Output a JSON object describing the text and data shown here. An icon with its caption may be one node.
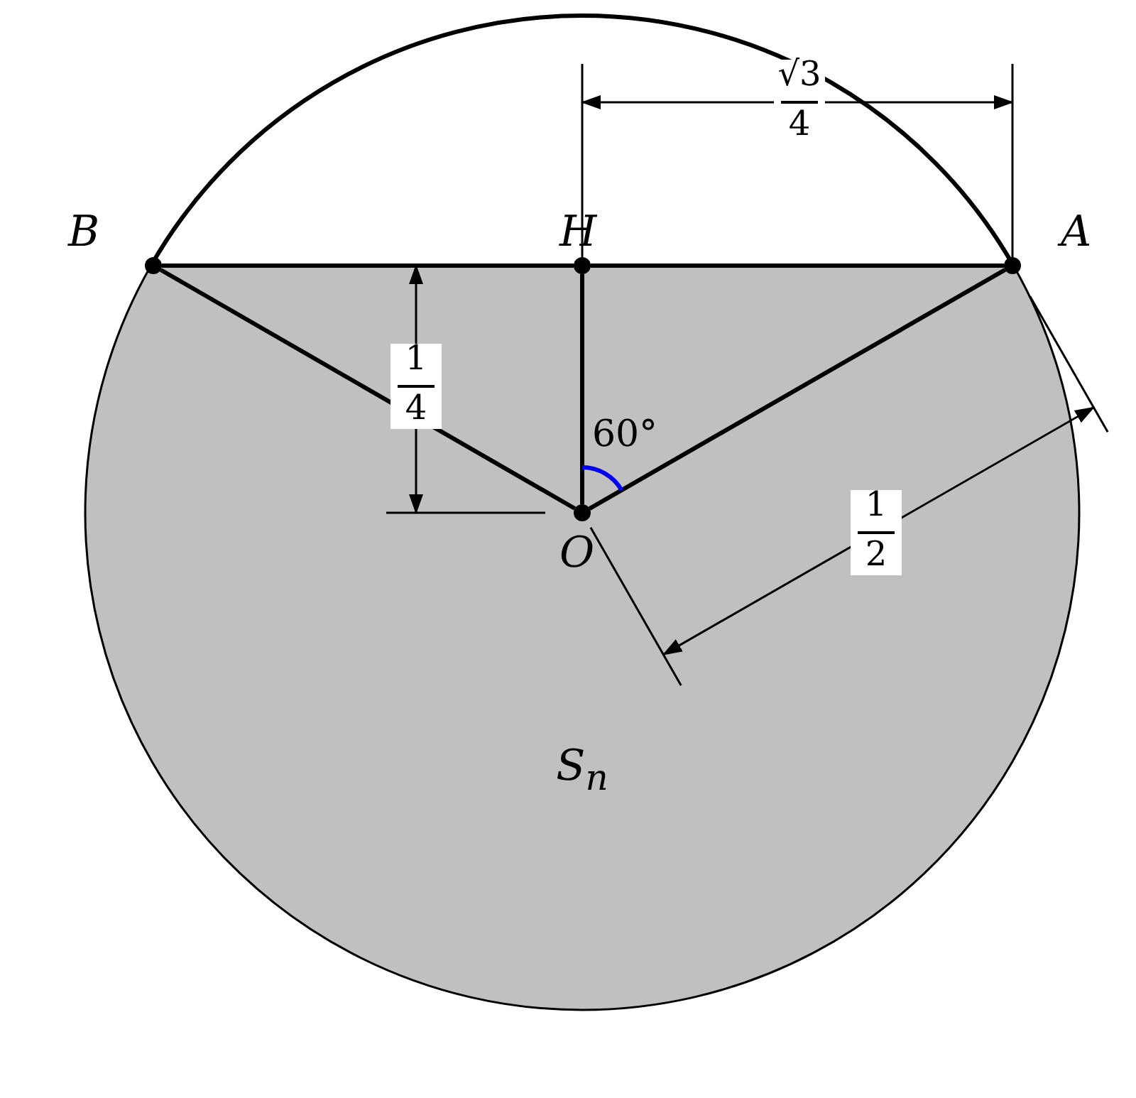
{
  "diagram": {
    "nodes": [
      {
        "text": [
          "B"
        ]
      },
      {
        "text": [
          "H"
        ]
      },
      {
        "text": [
          "A"
        ]
      },
      {
        "text": [
          "O"
        ]
      }
    ],
    "edges": [
      {
        "from": 0,
        "to": 1,
        "arrow": "none"
      },
      {
        "from": 1,
        "to": 2,
        "arrow": "none"
      },
      {
        "from": 1,
        "to": 3,
        "arrow": "none"
      },
      {
        "from": 0,
        "to": 3,
        "arrow": "none"
      },
      {
        "from": 2,
        "to": 3,
        "arrow": "none"
      }
    ],
    "labels": [
      "√3",
      "4",
      "60°",
      "1",
      "4",
      "1",
      "2",
      "S$_{n}$"
    ]
  }
}
